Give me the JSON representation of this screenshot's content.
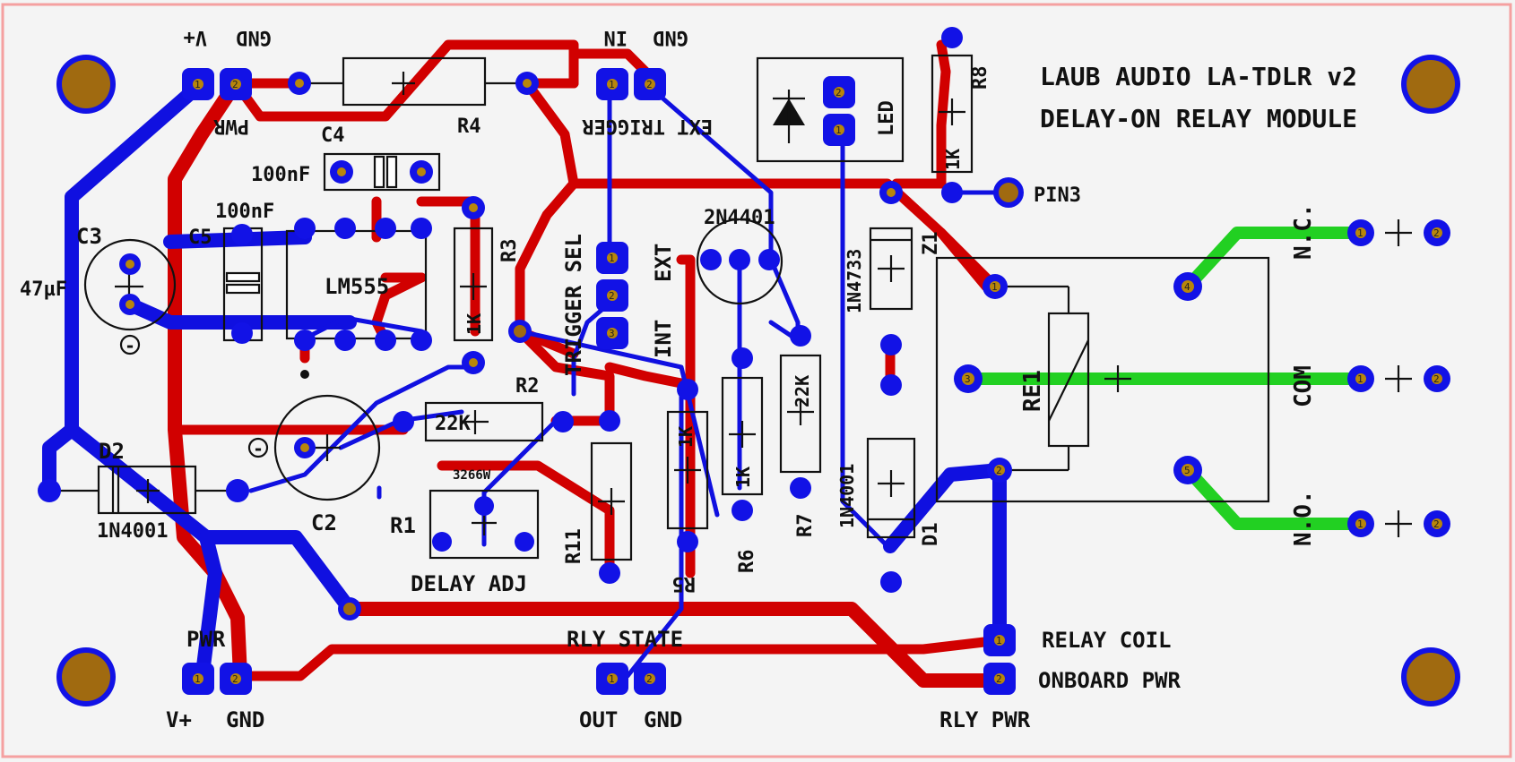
{
  "title": {
    "line1": "LAUB AUDIO  LA-TDLR v2",
    "line2": "DELAY-ON RELAY MODULE"
  },
  "labels": {
    "vplus_top": "V+",
    "gnd_top": "GND",
    "pwr_top": "PWR",
    "in": "IN",
    "gnd_in": "GND",
    "ext_trigger": "EXT TRIGGER",
    "r4": "R4",
    "c4": "C4",
    "c4_val": "100nF",
    "c5_val": "100nF",
    "c5": "C5",
    "c3": "C3",
    "c3_val": "47µF",
    "ic": "LM555",
    "r3": "R3",
    "r3_val": "1K",
    "trigger_sel": "TRIGGER SEL",
    "ext": "EXT",
    "int": "INT",
    "q1": "2N4401",
    "z1_val": "1N4733",
    "z1": "Z1",
    "led": "LED",
    "r8": "R8",
    "r8_val": "1K",
    "pin3": "PIN3",
    "nc": "N.C.",
    "com": "COM",
    "no": "N.O.",
    "re1": "RE1",
    "r2": "R2",
    "r2_val": "22K",
    "r1": "R1",
    "r1_val": "3266W",
    "delay_adj": "DELAY ADJ",
    "c2": "C2",
    "d2": "D2",
    "d2_val": "1N4001",
    "r11": "R11",
    "r5": "R5",
    "r5_val": "1K",
    "r6": "R6",
    "r6_val": "1K",
    "r7": "R7",
    "r7_val": "22K",
    "d1": "D1",
    "d1_val": "1N4001",
    "pwr_bottom": "PWR",
    "vplus_bottom": "V+",
    "gnd_bottom": "GND",
    "rly_state": "RLY STATE",
    "out": "OUT",
    "gnd_out": "GND",
    "relay_coil": "RELAY COIL",
    "onboard_pwr": "ONBOARD PWR",
    "rly_pwr": "RLY PWR",
    "minus": "-"
  },
  "colors": {
    "board": "#f4f4f4",
    "outline": "#f5a0a0",
    "top_copper": "#d10000",
    "bottom_copper": "#1010e0",
    "relay_trace": "#22d022",
    "pad_hole": "#b8860b"
  }
}
